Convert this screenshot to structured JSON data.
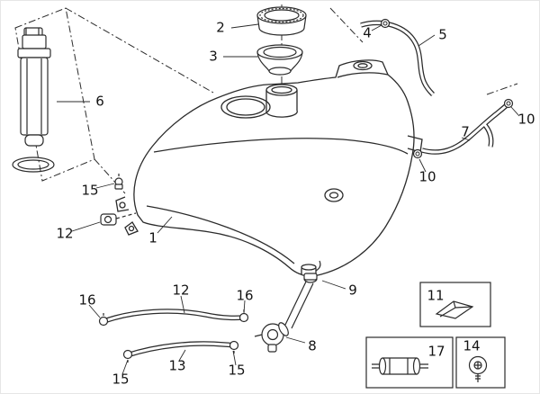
{
  "diagram": {
    "background": "#ffffff",
    "line_color": "#2b2b2b",
    "labels": [
      {
        "text": "6"
      },
      {
        "text": "2"
      },
      {
        "text": "3"
      },
      {
        "text": "4"
      },
      {
        "text": "5"
      },
      {
        "text": "10"
      },
      {
        "text": "7"
      },
      {
        "text": "10"
      },
      {
        "text": "15"
      },
      {
        "text": "12"
      },
      {
        "text": "1"
      },
      {
        "text": "9"
      },
      {
        "text": "12"
      },
      {
        "text": "16"
      },
      {
        "text": "16"
      },
      {
        "text": "8"
      },
      {
        "text": "11"
      },
      {
        "text": "13"
      },
      {
        "text": "15"
      },
      {
        "text": "15"
      },
      {
        "text": "17"
      },
      {
        "text": "14"
      }
    ]
  }
}
